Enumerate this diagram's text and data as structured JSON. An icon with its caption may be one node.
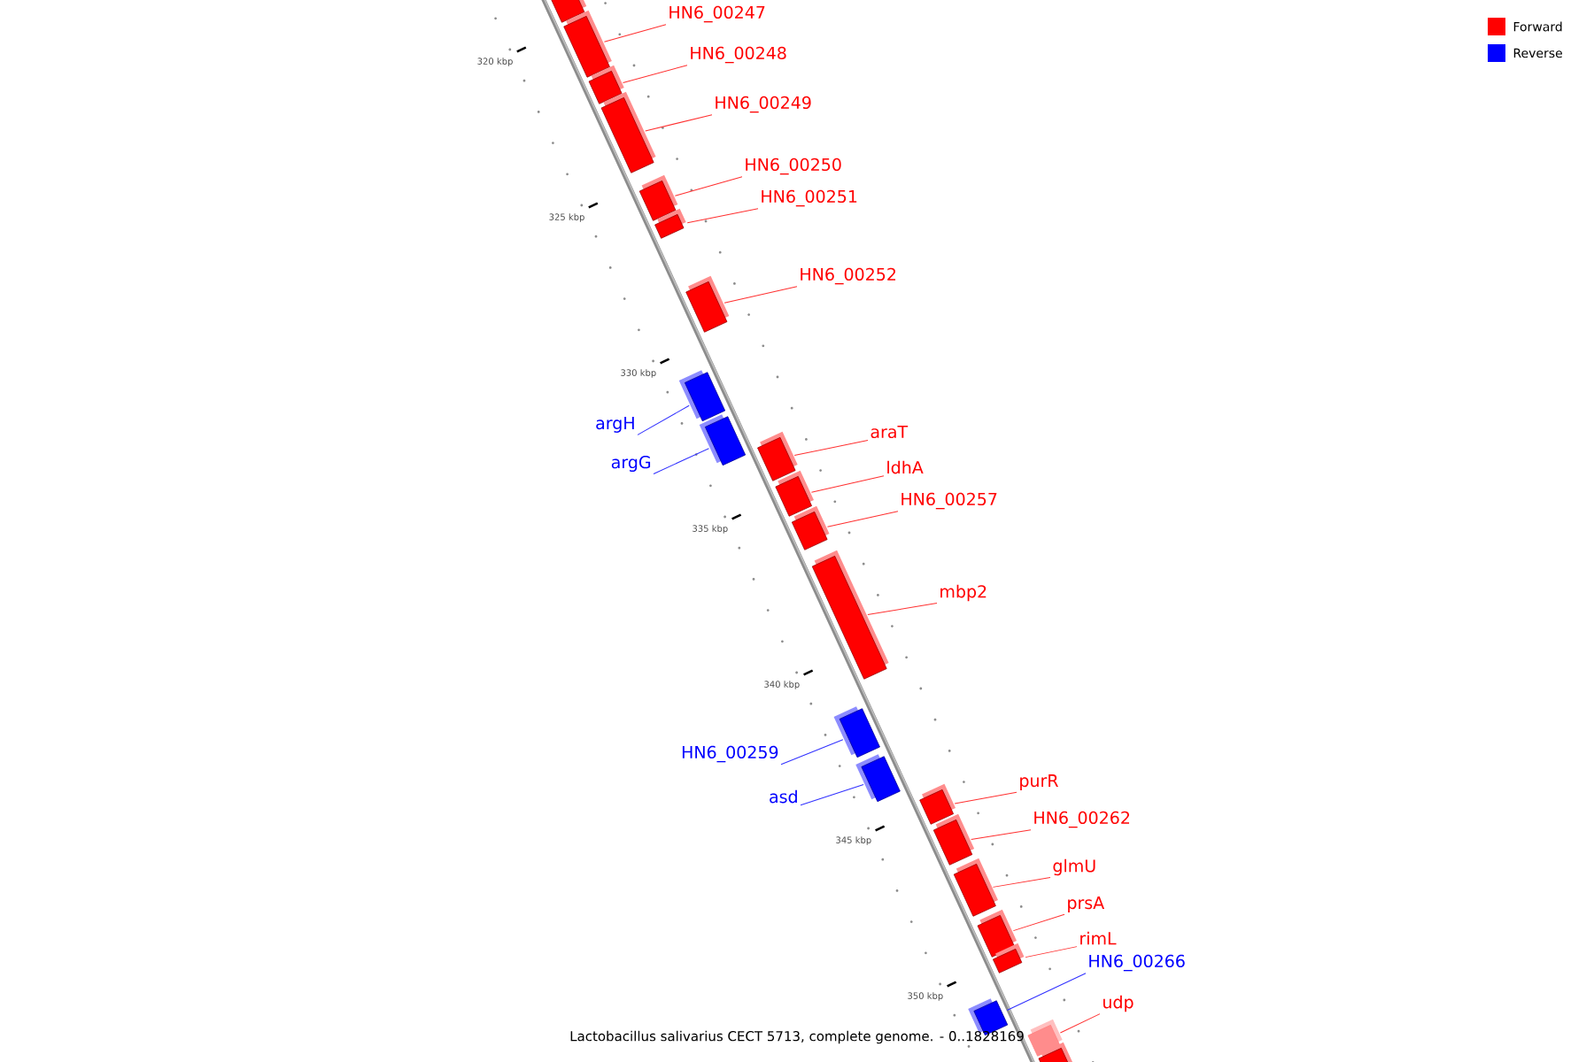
{
  "diagram": {
    "caption": "Lactobacillus salivarius CECT 5713, complete genome. - 0..1828169",
    "nodes": [
      {
        "text": [],
        "shape": "box"
      },
      {
        "text": [
          "HN6_00247"
        ]
      },
      {
        "text": [],
        "shape": "box"
      },
      {
        "text": [
          "HN6_00248"
        ]
      },
      {
        "text": [],
        "shape": "box"
      },
      {
        "text": [
          "HN6_00249"
        ]
      },
      {
        "text": [],
        "shape": "box"
      },
      {
        "text": [
          "HN6_00250"
        ]
      },
      {
        "text": [],
        "shape": "box"
      },
      {
        "text": [
          "HN6_00251"
        ]
      },
      {
        "text": [],
        "shape": "box"
      },
      {
        "text": [
          "HN6_00252"
        ]
      },
      {
        "text": [],
        "shape": "box"
      },
      {
        "text": [
          "argH"
        ]
      },
      {
        "text": [],
        "shape": "box"
      },
      {
        "text": [
          "argG"
        ]
      },
      {
        "text": [],
        "shape": "box"
      },
      {
        "text": [
          "araT"
        ]
      },
      {
        "text": [],
        "shape": "box"
      },
      {
        "text": [
          "ldhA"
        ]
      },
      {
        "text": [],
        "shape": "box"
      },
      {
        "text": [
          "HN6_00257"
        ]
      },
      {
        "text": [],
        "shape": "box"
      },
      {
        "text": [
          "mbp2"
        ]
      },
      {
        "text": [],
        "shape": "box"
      },
      {
        "text": [
          "HN6_00259"
        ]
      },
      {
        "text": [],
        "shape": "box"
      },
      {
        "text": [
          "asd"
        ]
      },
      {
        "text": [],
        "shape": "box"
      },
      {
        "text": [
          "purR"
        ]
      },
      {
        "text": [],
        "shape": "box"
      },
      {
        "text": [
          "HN6_00262"
        ]
      },
      {
        "text": [],
        "shape": "box"
      },
      {
        "text": [
          "glmU"
        ]
      },
      {
        "text": [],
        "shape": "box"
      },
      {
        "text": [
          "prsA"
        ]
      },
      {
        "text": [],
        "shape": "box"
      },
      {
        "text": [
          "rimL"
        ]
      },
      {
        "text": [],
        "shape": "box"
      },
      {
        "text": [
          "HN6_00266"
        ]
      },
      {
        "text": [],
        "shape": "box"
      },
      {
        "text": [
          "udp"
        ]
      },
      {
        "text": [],
        "shape": "box"
      },
      {
        "text": [],
        "shape": "box"
      }
    ],
    "edges": [
      {
        "from": 1,
        "to": 2,
        "arrow": "none"
      },
      {
        "from": 3,
        "to": 4,
        "arrow": "none"
      },
      {
        "from": 5,
        "to": 6,
        "arrow": "none"
      },
      {
        "from": 7,
        "to": 8,
        "arrow": "none"
      },
      {
        "from": 9,
        "to": 10,
        "arrow": "none"
      },
      {
        "from": 11,
        "to": 12,
        "arrow": "none"
      },
      {
        "from": 13,
        "to": 14,
        "arrow": "none",
        "color": "#3030ff"
      },
      {
        "from": 15,
        "to": 16,
        "arrow": "none",
        "color": "#3030ff"
      },
      {
        "from": 17,
        "to": 18,
        "arrow": "none"
      },
      {
        "from": 19,
        "to": 20,
        "arrow": "none"
      },
      {
        "from": 21,
        "to": 22,
        "arrow": "none"
      },
      {
        "from": 23,
        "to": 24,
        "arrow": "none"
      },
      {
        "from": 25,
        "to": 26,
        "arrow": "none",
        "color": "#3030ff"
      },
      {
        "from": 27,
        "to": 28,
        "arrow": "none",
        "color": "#3030ff"
      },
      {
        "from": 29,
        "to": 30,
        "arrow": "none"
      },
      {
        "from": 31,
        "to": 32,
        "arrow": "none"
      },
      {
        "from": 33,
        "to": 34,
        "arrow": "none"
      },
      {
        "from": 35,
        "to": 36,
        "arrow": "none"
      },
      {
        "from": 37,
        "to": 38,
        "arrow": "none"
      },
      {
        "from": 39,
        "to": 40,
        "arrow": "none",
        "color": "#3030ff"
      },
      {
        "from": 41,
        "to": 42,
        "arrow": "none"
      }
    ],
    "labels": [
      "320 kbp",
      "325 kbp",
      "330 kbp",
      "335 kbp",
      "340 kbp",
      "345 kbp",
      "350 kbp"
    ],
    "legend": [
      {
        "text": "Forward",
        "color": "#ff0000"
      },
      {
        "text": "Reverse",
        "color": "#0000ff"
      }
    ]
  }
}
